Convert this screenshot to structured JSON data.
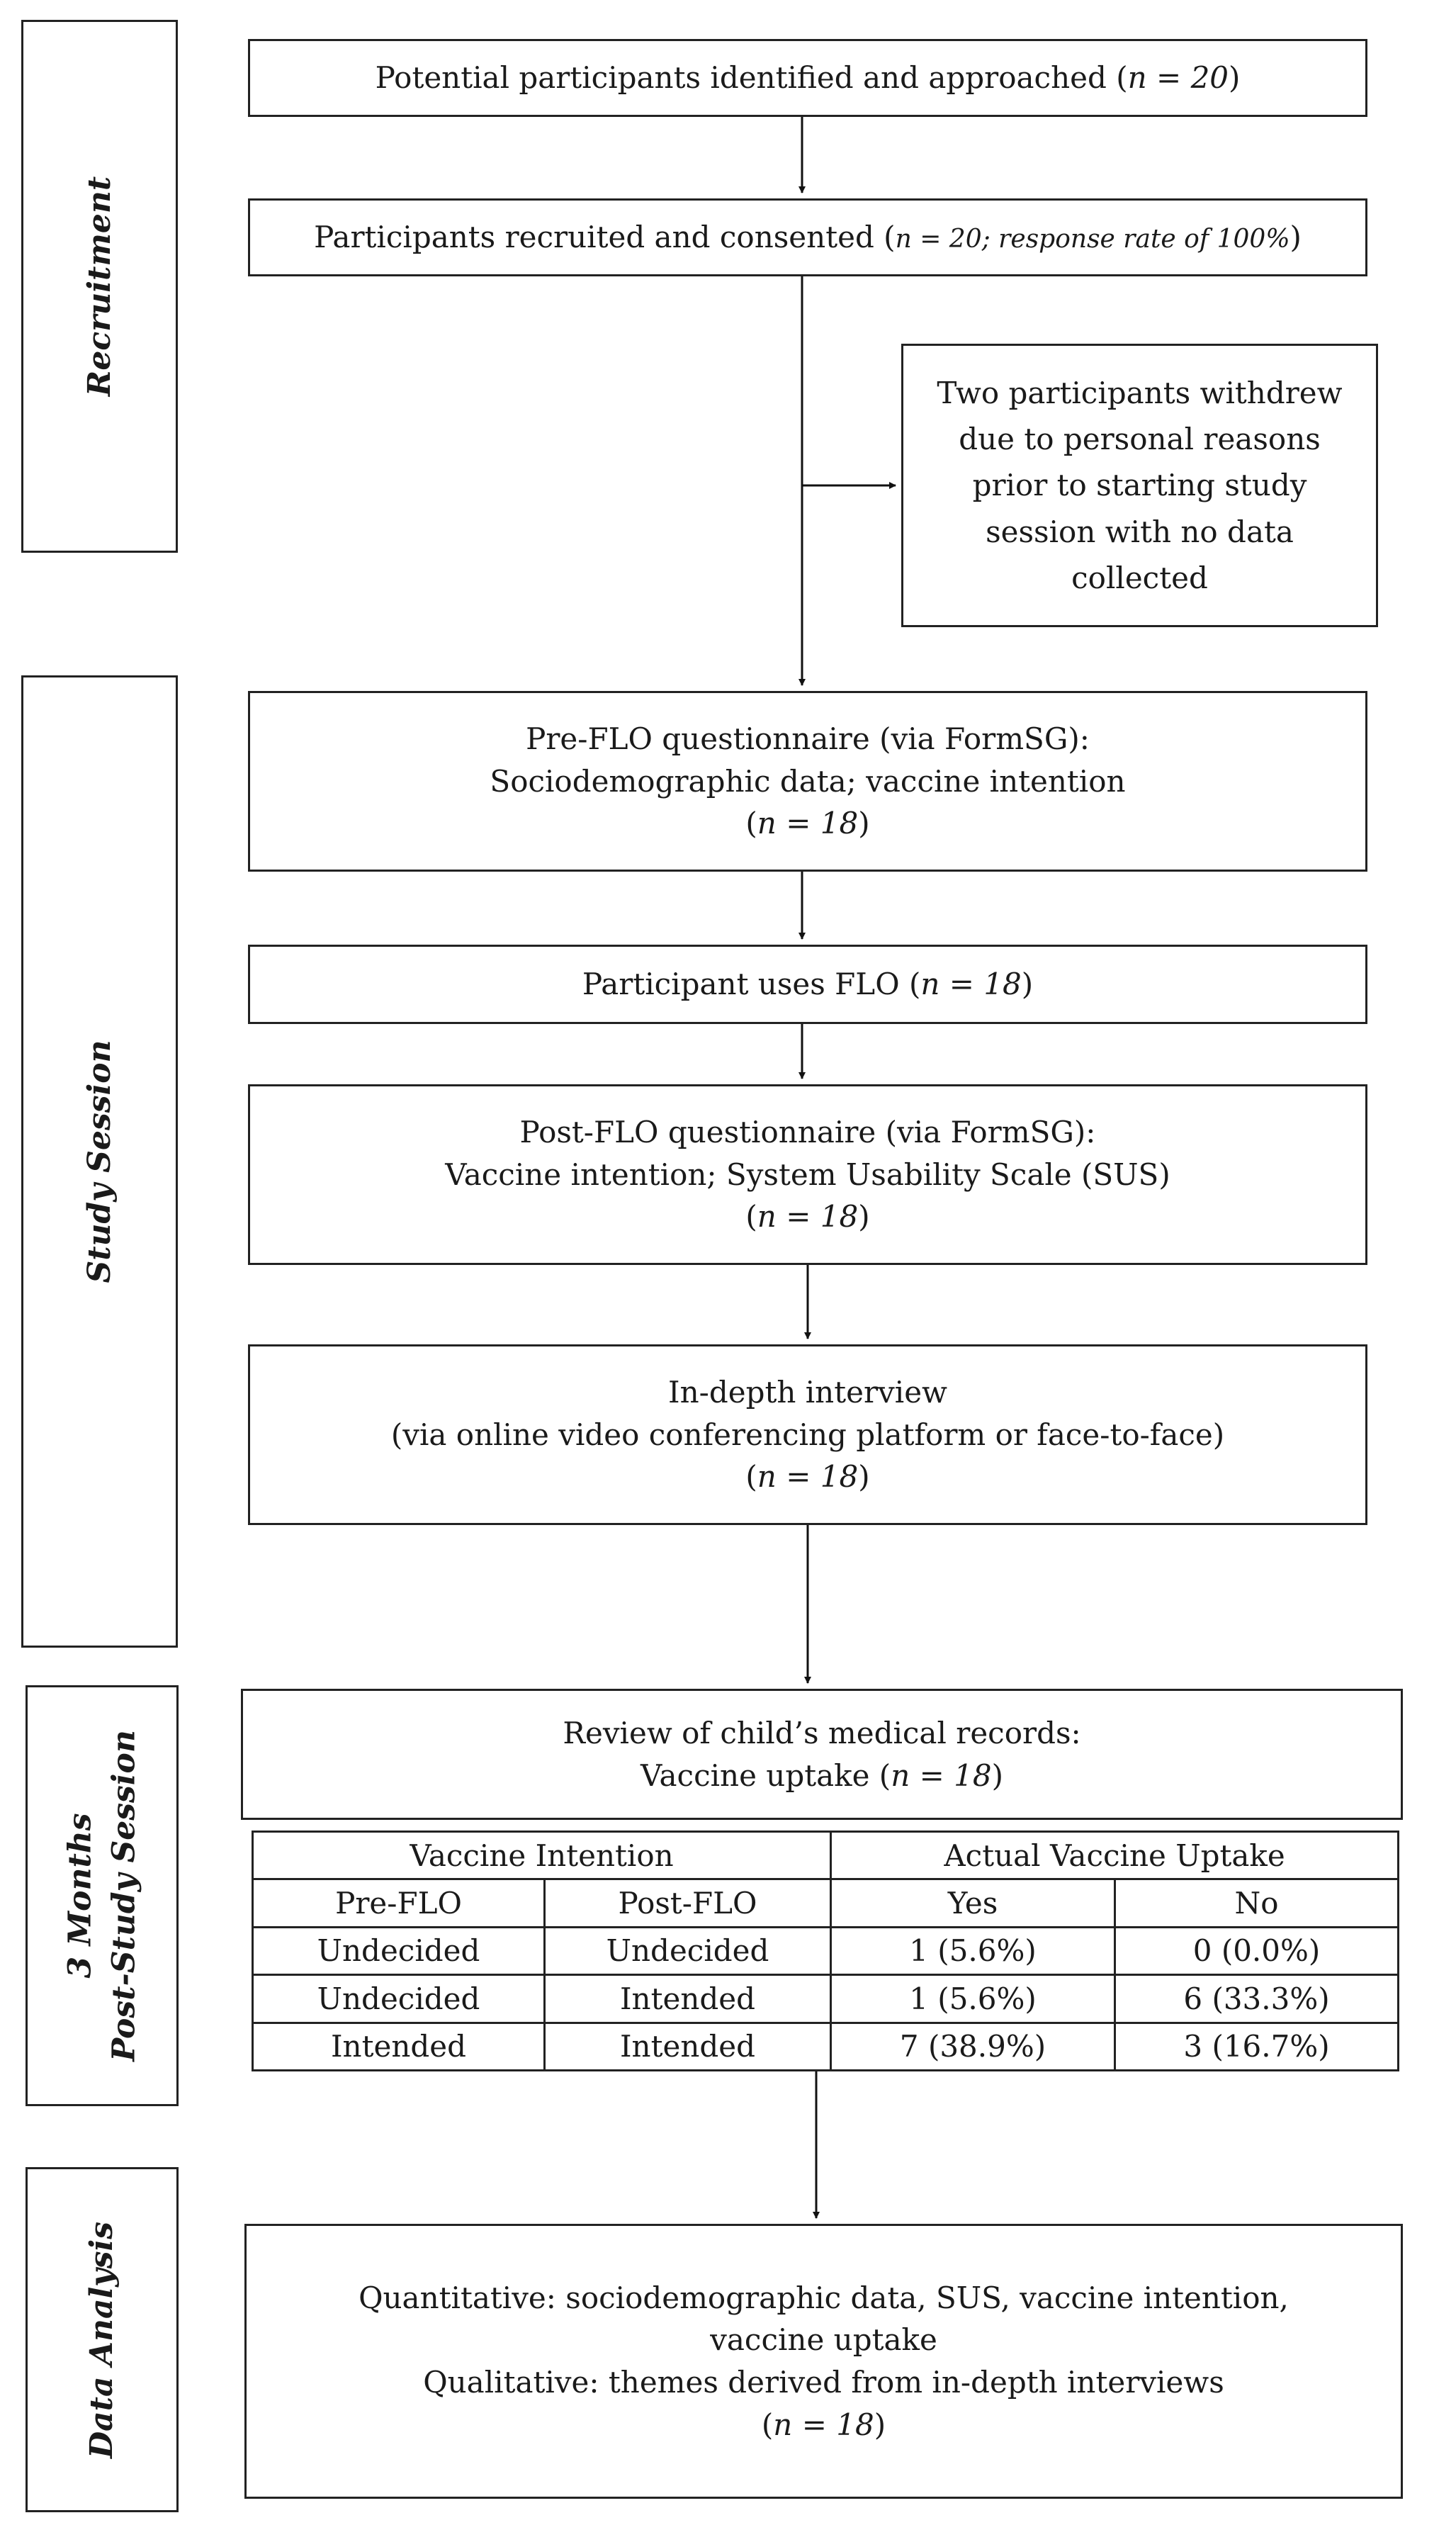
{
  "phases": {
    "recruitment": "Recruitment",
    "study_session": "Study Session",
    "three_months_line1": "3 Months",
    "three_months_line2": "Post-Study Session",
    "data_analysis": "Data Analysis"
  },
  "boxes": {
    "identified": {
      "text": "Potential participants identified and approached (",
      "n": "n = 20",
      "close": ")"
    },
    "recruited": {
      "text": "Participants recruited and consented (",
      "n": "n = 20; response rate of 100%",
      "close": ")"
    },
    "withdrew": {
      "lines": [
        "Two participants withdrew",
        "due to personal reasons",
        "prior to starting study",
        "session with no data",
        "collected"
      ]
    },
    "pre_flo": {
      "line1": "Pre-FLO questionnaire (via FormSG):",
      "line2": "Sociodemographic data; vaccine intention",
      "open": "(",
      "n": "n = 18",
      "close": ")"
    },
    "uses_flo": {
      "text": "Participant uses FLO (",
      "n": "n = 18",
      "close": ")"
    },
    "post_flo": {
      "line1": "Post-FLO questionnaire (via FormSG):",
      "line2": "Vaccine intention; System Usability Scale (SUS)",
      "open": "(",
      "n": "n = 18",
      "close": ")"
    },
    "interview": {
      "line1": "In-depth interview",
      "line2": "(via online video conferencing platform or face-to-face)",
      "open": "(",
      "n": "n = 18",
      "close": ")"
    },
    "medical_records": {
      "line1": "Review of child’s medical records:",
      "line2": "Vaccine uptake (",
      "n": "n = 18",
      "close": ")"
    },
    "analysis": {
      "line1": "Quantitative: sociodemographic data, SUS, vaccine intention,",
      "line2": "vaccine uptake",
      "line3": "Qualitative: themes derived from in-depth interviews",
      "open": "(",
      "n": "n = 18",
      "close": ")"
    }
  },
  "table": {
    "group_headers": [
      "Vaccine Intention",
      "Actual Vaccine Uptake"
    ],
    "sub_headers": [
      "Pre-FLO",
      "Post-FLO",
      "Yes",
      "No"
    ],
    "rows": [
      [
        "Undecided",
        "Undecided",
        "1 (5.6%)",
        "0 (0.0%)"
      ],
      [
        "Undecided",
        "Intended",
        "1 (5.6%)",
        "6 (33.3%)"
      ],
      [
        "Intended",
        "Intended",
        "7 (38.9%)",
        "3 (16.7%)"
      ]
    ]
  }
}
